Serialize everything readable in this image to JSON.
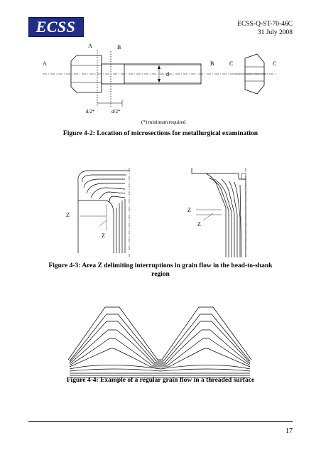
{
  "header": {
    "logo_text": "ECSS",
    "doc_id": "ECSS-Q-ST-70-46C",
    "date": "31 July 2008"
  },
  "figure_4_2": {
    "labels": {
      "a_left": "A",
      "a_top": "A",
      "b_top": "B",
      "d_label": "d",
      "b_right": "B",
      "c_left": "C",
      "c_right": "C",
      "d2_left": "d/2*",
      "d2_right": "d/2*"
    },
    "note": "(*) minimum required",
    "caption": "Figure 4-2: Location of microsections for metallurgical examination"
  },
  "figure_4_3": {
    "labels": {
      "z1": "Z",
      "z2": "Z",
      "z3": "Z",
      "z4": "Z"
    },
    "caption_line1": "Figure 4-3: Area Z delimiting interruptions in grain flow in the head-to-shank",
    "caption_line2": "region"
  },
  "figure_4_4": {
    "caption": "Figure 4-4: Example of a regular grain flow in a threaded surface"
  },
  "footer": {
    "page_number": "17"
  }
}
